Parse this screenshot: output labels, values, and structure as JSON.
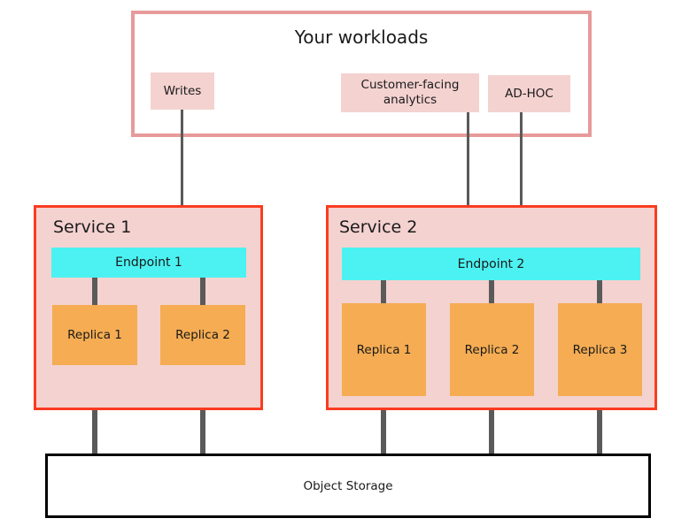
{
  "diagram": {
    "title": "Your workloads",
    "workloads": [
      {
        "id": "writes",
        "label": "Writes"
      },
      {
        "id": "customer-facing-analytics",
        "label": "Customer-facing analytics"
      },
      {
        "id": "ad-hoc",
        "label": "AD-HOC"
      }
    ],
    "services": [
      {
        "id": "service-1",
        "title": "Service 1",
        "endpoint": "Endpoint 1",
        "replicas": [
          "Replica 1",
          "Replica 2"
        ]
      },
      {
        "id": "service-2",
        "title": "Service 2",
        "endpoint": "Endpoint 2",
        "replicas": [
          "Replica 1",
          "Replica 2",
          "Replica 3"
        ]
      }
    ],
    "storage": {
      "label": "Object Storage"
    },
    "colors": {
      "workload_chip": "#f4d2d0",
      "workload_border": "#e79a9a",
      "service_border": "#fa3c20",
      "service_fill": "#f4d2d0",
      "endpoint": "#4cf2f2",
      "replica": "#f5ac52",
      "connector": "#5a5a5a",
      "storage_border": "#000000"
    }
  }
}
